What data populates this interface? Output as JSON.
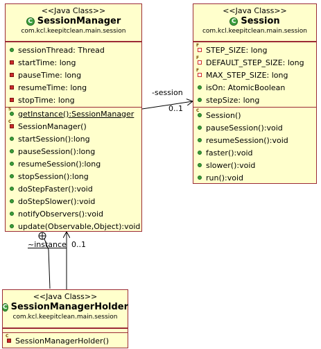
{
  "session_manager": {
    "stereotype": "<<Java Class>>",
    "name": "SessionManager",
    "package": "com.kcl.keepitclean.main.session",
    "attributes": [
      {
        "icon": "public-field",
        "text": "sessionThread: Thread"
      },
      {
        "icon": "private-field",
        "text": "startTime: long"
      },
      {
        "icon": "private-field",
        "text": "pauseTime: long"
      },
      {
        "icon": "private-field",
        "text": "resumeTime: long"
      },
      {
        "icon": "private-field",
        "text": "stopTime: long"
      }
    ],
    "operations": [
      {
        "icon": "public-static-method",
        "text": "getInstance():SessionManager",
        "underline": true,
        "modifier": "S"
      },
      {
        "icon": "private-constructor",
        "text": "SessionManager()",
        "modifier": "C"
      },
      {
        "icon": "public-method",
        "text": "startSession():long"
      },
      {
        "icon": "public-method",
        "text": "pauseSession():long"
      },
      {
        "icon": "public-method",
        "text": "resumeSession():long"
      },
      {
        "icon": "public-method",
        "text": "stopSession():long"
      },
      {
        "icon": "public-method",
        "text": "doStepFaster():void"
      },
      {
        "icon": "public-method",
        "text": "doStepSlower():void"
      },
      {
        "icon": "public-method",
        "text": "notifyObservers():void"
      },
      {
        "icon": "public-method",
        "text": "update(Observable,Object):void"
      }
    ]
  },
  "session": {
    "stereotype": "<<Java Class>>",
    "name": "Session",
    "package": "com.kcl.keepitclean.main.session",
    "attributes": [
      {
        "icon": "static-final-field",
        "text": "STEP_SIZE: long",
        "modifier": "SF"
      },
      {
        "icon": "static-final-field",
        "text": "DEFAULT_STEP_SIZE: long",
        "modifier": "SF"
      },
      {
        "icon": "static-final-field",
        "text": "MAX_STEP_SIZE: long",
        "modifier": "SF"
      },
      {
        "icon": "public-field",
        "text": "isOn: AtomicBoolean"
      },
      {
        "icon": "public-field",
        "text": "stepSize: long"
      }
    ],
    "operations": [
      {
        "icon": "public-constructor",
        "text": "Session()",
        "modifier": "C"
      },
      {
        "icon": "public-method",
        "text": "pauseSession():void"
      },
      {
        "icon": "public-method",
        "text": "resumeSession():void"
      },
      {
        "icon": "public-method",
        "text": "faster():void"
      },
      {
        "icon": "public-method",
        "text": "slower():void"
      },
      {
        "icon": "public-method",
        "text": "run():void"
      }
    ]
  },
  "holder": {
    "stereotype": "<<Java Class>>",
    "name": "SessionManagerHolder",
    "package": "com.kcl.keepitclean.main.session",
    "attributes": [],
    "operations": [
      {
        "icon": "private-constructor",
        "text": "SessionManagerHolder()",
        "modifier": "C"
      }
    ]
  },
  "associations": {
    "session_role": "-session",
    "session_multiplicity": "0..1",
    "instance_role": "~instance",
    "instance_multiplicity": "0..1"
  },
  "colors": {
    "class_fill": "#ffffcc",
    "class_border": "#9b2a35",
    "class_icon": "#3fa13f",
    "public_member": "#3a9e3a",
    "private_member": "#cc2a2a"
  }
}
